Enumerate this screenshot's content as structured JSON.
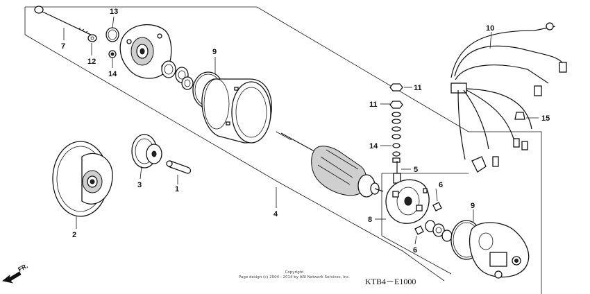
{
  "callouts": [
    "1",
    "2",
    "3",
    "4",
    "5",
    "6",
    "6",
    "7",
    "8",
    "9",
    "9",
    "10",
    "11",
    "11",
    "12",
    "13",
    "14",
    "14",
    "15"
  ],
  "diagram_code": "KTB4－E1000",
  "copyright_line1": "Copyright",
  "copyright_line2": "Page design (c) 2004 - 2014 by ARI Network Services, Inc.",
  "direction_label": "FR."
}
